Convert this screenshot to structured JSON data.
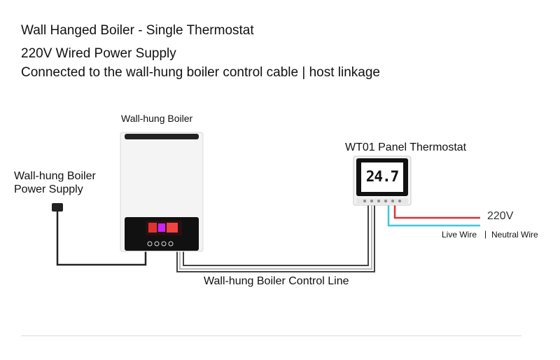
{
  "header": {
    "title": "Wall Hanged Boiler - Single Thermostat",
    "line2": "220V Wired Power Supply",
    "line3": "Connected to the wall-hung boiler control cable | host linkage"
  },
  "labels": {
    "boiler": "Wall-hung Boiler",
    "power_supply_line1": "Wall-hung Boiler",
    "power_supply_line2": "Power Supply",
    "thermostat": "WT01 Panel Thermostat",
    "voltage": "220V",
    "live_wire": "Live Wire",
    "separator": "|",
    "neutral_wire": "Neutral Wire",
    "control_line": "Wall-hung Boiler Control Line"
  },
  "thermostat_display": {
    "value": "24.7"
  },
  "colors": {
    "live_wire": "#e03030",
    "neutral_wire": "#3cc8dc",
    "control_cable": "#222222",
    "boiler_body": "#f4f4f4",
    "boiler_panel": "#111111"
  }
}
